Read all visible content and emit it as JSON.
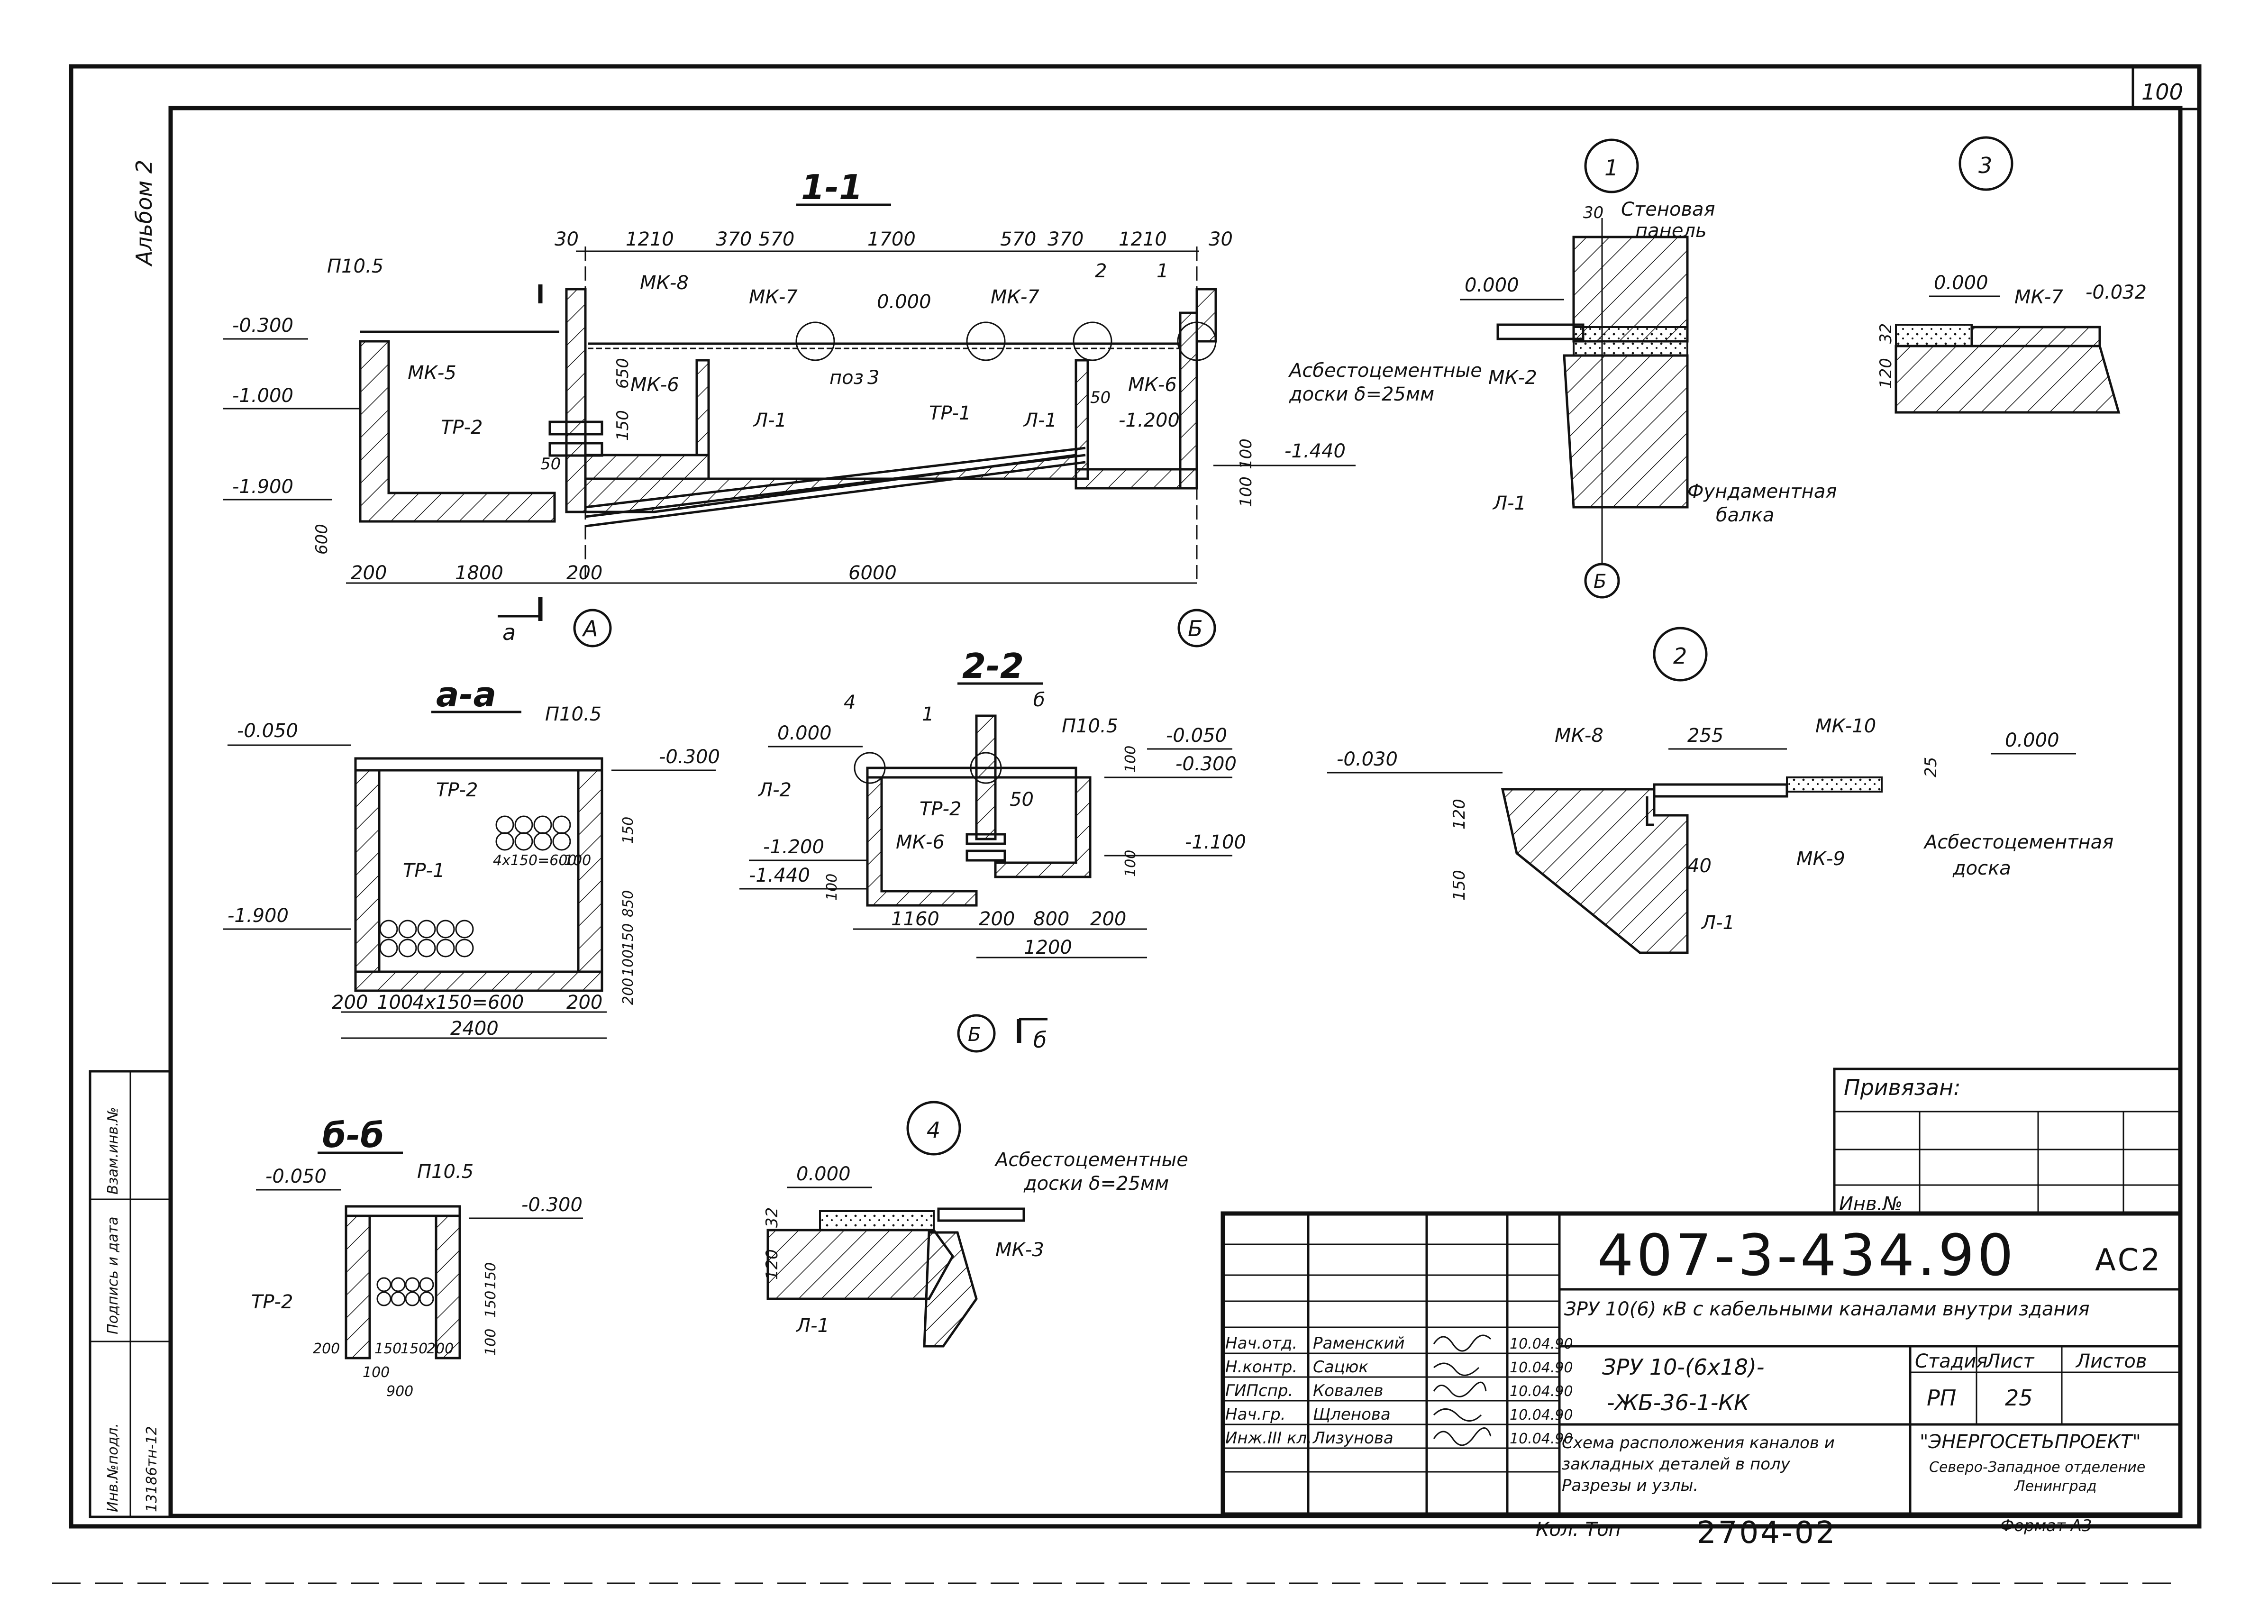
{
  "sheet": {
    "sheet_number": "100",
    "album": "Альбом 2",
    "format": "Формат А3",
    "copy_number": "2704-02",
    "copy_label": "Кол: Топ"
  },
  "side_stamp": {
    "inv_orig": "Инв.№подл.",
    "inv_orig_value": "13186тн-12",
    "sign_date": "Подпись и дата",
    "replaced_inv": "Взам.инв.№"
  },
  "section_1_1": {
    "title": "1-1",
    "top_dims": [
      "30",
      "1210",
      "370",
      "570",
      "1700",
      "570",
      "370",
      "1210",
      "30"
    ],
    "bottom_dims": [
      "200",
      "1800",
      "200",
      "6000"
    ],
    "elevations": [
      "-0.300",
      "-1.000",
      "-1.900",
      "0.000",
      "-1.200",
      "-1.440"
    ],
    "labels": [
      "П10.5",
      "МК-5",
      "ТР-2",
      "МК-8",
      "МК-7",
      "МК-6",
      "Л-1",
      "поз",
      "3",
      "ТР-1",
      "Л-1",
      "МК-7",
      "МК-6",
      "2",
      "1"
    ],
    "vert_dims": [
      "650",
      "150",
      "50",
      "600",
      "50",
      "100",
      "100"
    ],
    "axis_a": "А",
    "axis_b": "Б",
    "cut_mark": "а",
    "note": "Асбестоцементные доски δ=25мм"
  },
  "node_1": {
    "num": "1",
    "wall_label": "Стеновая панель",
    "dim": "30",
    "elev": "0.000",
    "mk": "МК-2",
    "l": "Л-1",
    "beam": "Фундаментная балка",
    "axis": "Б"
  },
  "node_3": {
    "num": "3",
    "elev1": "0.000",
    "mk": "МК-7",
    "elev2": "-0.032",
    "d1": "32",
    "d2": "120"
  },
  "section_a_a": {
    "title": "а-а",
    "labels": [
      "-0.050",
      "П10.5",
      "-0.300",
      "ТР-2",
      "ТР-1",
      "-1.900",
      "4х150=600",
      "100",
      "150",
      "850",
      "150",
      "100",
      "200"
    ],
    "dims_bottom": [
      "200",
      "100",
      "4х150=600",
      "200"
    ],
    "total": "2400"
  },
  "section_2_2": {
    "title": "2-2",
    "labels": [
      "0.000",
      "4",
      "1",
      "б",
      "П10.5",
      "-0.050",
      "-0.300",
      "Л-2",
      "ТР-2",
      "50",
      "100",
      "МК-6",
      "-1.200",
      "-1.440",
      "-1.100",
      "100",
      "100"
    ],
    "dims": [
      "1160",
      "200",
      "800",
      "200"
    ],
    "total": "1200",
    "axis": "Б",
    "cut": "б"
  },
  "node_2": {
    "num": "2",
    "elev_left": "-0.030",
    "mk8": "МК-8",
    "w": "255",
    "mk10": "МК-10",
    "d25": "25",
    "elev_right": "0.000",
    "d120": "120",
    "d150": "150",
    "d40": "40",
    "mk9": "МК-9",
    "board": "Асбестоцементная доска",
    "l": "Л-1"
  },
  "section_b_b": {
    "title": "б-б",
    "labels": [
      "-0.050",
      "П10.5",
      "-0.300",
      "ТР-2",
      "150",
      "150",
      "100"
    ],
    "dims": [
      "200",
      "150",
      "150",
      "200"
    ],
    "d100": "100",
    "total": "900"
  },
  "node_4": {
    "num": "4",
    "elev": "0.000",
    "note": "Асбестоцементные доски δ=25мм",
    "d32": "32",
    "d120": "120",
    "mk": "МК-3",
    "l": "Л-1"
  },
  "title_block": {
    "privyazan": "Привязан:",
    "inv_no": "Инв.№",
    "code": "407-3-434.90",
    "mark": "АС2",
    "object": "ЗРУ 10(6) кВ с кабельными каналами внутри здания",
    "variant_1": "ЗРУ 10-(6х18)-",
    "variant_2": "-ЖБ-36-1-КК",
    "stage_h": "Стадия",
    "sheet_h": "Лист",
    "sheets_h": "Листов",
    "stage": "РП",
    "sheet": "25",
    "sheets": "",
    "sheet_title": "Схема расположения каналов и закладных деталей в полу Разрезы и узлы.",
    "org_1": "\"ЭНЕРГОСЕТЬПРОЕКТ\"",
    "org_2": "Северо-Западное отделение",
    "org_3": "Ленинград",
    "signers": [
      {
        "role": "Нач.отд.",
        "name": "Раменский",
        "date": "10.04.90"
      },
      {
        "role": "Н.контр.",
        "name": "Сацюк",
        "date": "10.04.90"
      },
      {
        "role": "ГИПспр.",
        "name": "Ковалев",
        "date": "10.04.90"
      },
      {
        "role": "Нач.гр.",
        "name": "Щленова",
        "date": "10.04.90"
      },
      {
        "role": "Инж.III кл.",
        "name": "Лизунова",
        "date": "10.04.90"
      }
    ]
  }
}
